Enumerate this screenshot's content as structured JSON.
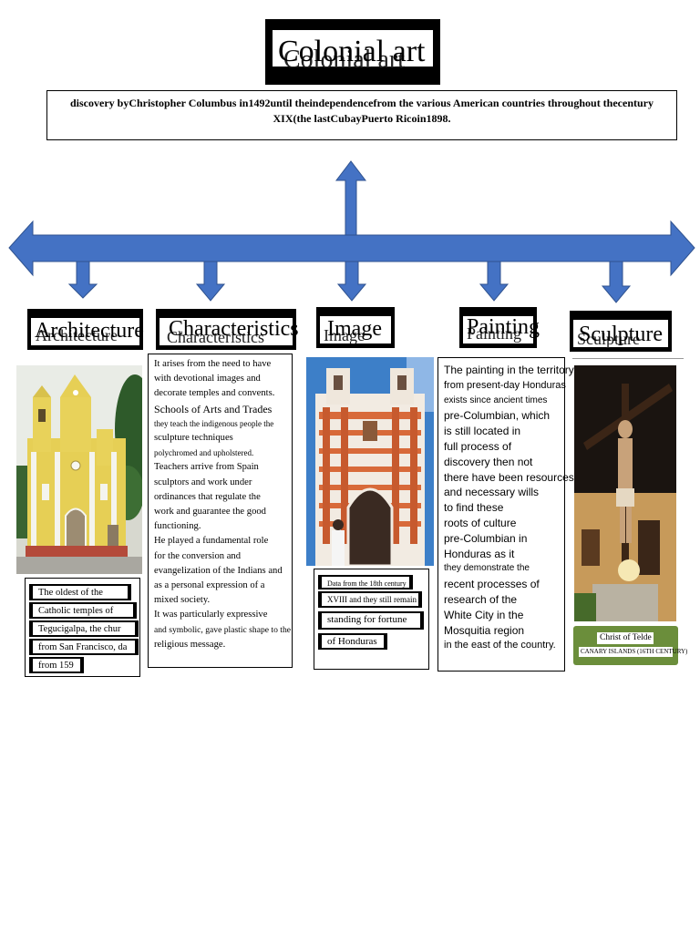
{
  "title": "Colonial art",
  "intro": {
    "line1": "discovery byChristopher Columbus in1492until theindependencefrom the various American countries throughout thecentury",
    "line2": "XIX(the lastCubayPuerto Ricoin1898."
  },
  "colors": {
    "arrow": "#4472c4",
    "arrow_outline": "#2f528f",
    "caption_green": "#6b8e3b"
  },
  "headings": {
    "architecture": "Architecture",
    "characteristics": "Characteristics",
    "image": "Image",
    "painting": "Painting",
    "sculpture": "Sculpture"
  },
  "architecture": {
    "caption_lines": [
      "The oldest of the",
      "Catholic temples of",
      "Tegucigalpa, the chur",
      "from San Francisco, da",
      "from 159"
    ]
  },
  "characteristics": {
    "lines": [
      "It arises from the need to have",
      "with devotional images and",
      "decorate temples and convents.",
      "Schools of Arts and Trades",
      "they teach the indigenous people the",
      "sculpture techniques",
      "polychromed and upholstered.",
      "Teachers arrive from Spain",
      "sculptors and work under",
      "ordinances that regulate the",
      "work and guarantee the good",
      "functioning.",
      "He played a fundamental role",
      "for the conversion and",
      "evangelization of the Indians and",
      "as a personal expression of a",
      "mixed society.",
      "It was particularly expressive",
      "and symbolic, gave plastic shape to the",
      "religious message."
    ]
  },
  "image": {
    "caption_lines": [
      "Data from the 18th century",
      "XVIII and they still remain",
      "standing for fortune",
      "of Honduras"
    ]
  },
  "painting": {
    "lines": [
      "The painting in the territory",
      "from present-day Honduras",
      "exists since ancient times",
      "pre-Columbian, which",
      "is still located in",
      "full process of",
      "discovery then not",
      "there have been resources",
      "and necessary wills",
      "to find these",
      "roots of culture",
      "pre-Columbian in",
      "Honduras as it",
      "they demonstrate the",
      "recent processes of",
      "research of the",
      "White City in the",
      "Mosquitia region",
      "in the east of the country."
    ]
  },
  "sculpture": {
    "caption_title": "Christ of Telde",
    "caption_sub": "CANARY ISLANDS (16TH CENTURY)"
  }
}
